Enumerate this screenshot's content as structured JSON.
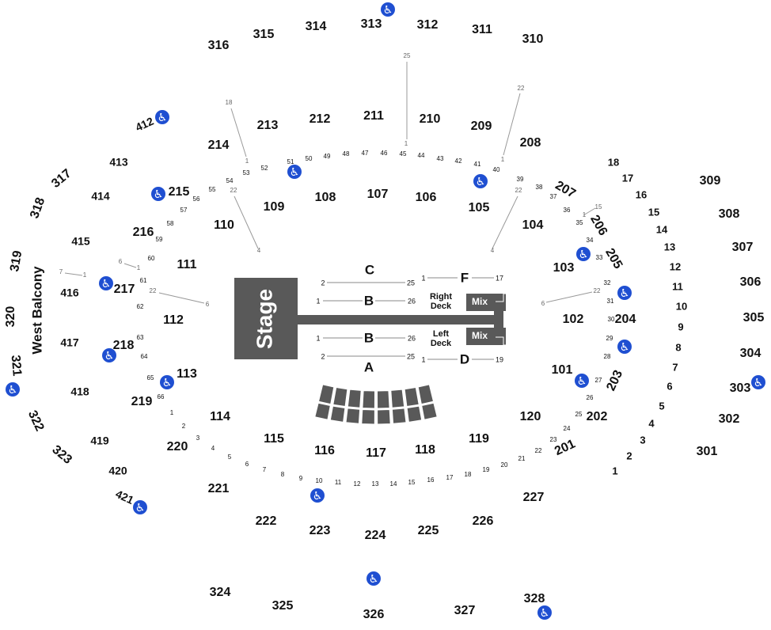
{
  "stage_label": "Stage",
  "balcony_label": "West Balcony",
  "mix_label": "Mix",
  "right_deck": [
    "Right",
    "Deck"
  ],
  "left_deck": [
    "Left",
    "Deck"
  ],
  "sections_300": [
    "301",
    "302",
    "303",
    "304",
    "305",
    "306",
    "307",
    "308",
    "309",
    "310",
    "311",
    "312",
    "313",
    "314",
    "315",
    "316",
    "317",
    "318",
    "319",
    "320",
    "321",
    "322",
    "323",
    "324",
    "325",
    "326",
    "327",
    "328"
  ],
  "sections_400": [
    "412",
    "413",
    "414",
    "415",
    "416",
    "417",
    "418",
    "419",
    "420",
    "421"
  ],
  "sections_200": [
    "201",
    "202",
    "203",
    "204",
    "205",
    "206",
    "207",
    "208",
    "209",
    "210",
    "211",
    "212",
    "213",
    "214",
    "215",
    "216",
    "217",
    "218",
    "219",
    "220",
    "221",
    "222",
    "223",
    "224",
    "225",
    "226",
    "227"
  ],
  "sections_100": [
    "101",
    "102",
    "103",
    "104",
    "105",
    "106",
    "107",
    "108",
    "109",
    "110",
    "111",
    "112",
    "113",
    "114",
    "115",
    "116",
    "117",
    "118",
    "119",
    "120"
  ],
  "sections_numbered": [
    "1",
    "2",
    "3",
    "4",
    "5",
    "6",
    "7",
    "8",
    "9",
    "10",
    "11",
    "12",
    "13",
    "14",
    "15",
    "16",
    "17",
    "18"
  ],
  "floor_sections": [
    "A",
    "B",
    "B",
    "C",
    "D",
    "F"
  ],
  "floor_row_labels": [
    "2",
    "25",
    "1",
    "26",
    "1",
    "26",
    "2",
    "25",
    "1",
    "17",
    "1",
    "19"
  ],
  "rows_inner": [
    "1",
    "2",
    "3",
    "4",
    "5",
    "6",
    "7",
    "8",
    "9",
    "10",
    "11",
    "12",
    "13",
    "14",
    "15",
    "16",
    "17",
    "18",
    "19",
    "20",
    "21",
    "22",
    "23",
    "24",
    "25",
    "26",
    "27",
    "28",
    "29",
    "30",
    "31",
    "32",
    "33",
    "34",
    "35",
    "36",
    "37",
    "38",
    "39",
    "40",
    "41",
    "42",
    "43",
    "44",
    "45",
    "46",
    "47",
    "48",
    "49",
    "50",
    "51",
    "52",
    "53",
    "54",
    "55",
    "56",
    "57",
    "58",
    "59",
    "60",
    "61",
    "62",
    "63",
    "64",
    "65",
    "66"
  ],
  "rows_grey": [
    "25",
    "1",
    "18",
    "1",
    "22",
    "1",
    "22",
    "4",
    "22",
    "4",
    "6",
    "1",
    "7",
    "1",
    "22",
    "6",
    "15",
    "1",
    "22",
    "6"
  ],
  "accessibility_icon": "wheelchair-icon",
  "accent_color": "#1f4fd1",
  "stage_color": "#595959"
}
